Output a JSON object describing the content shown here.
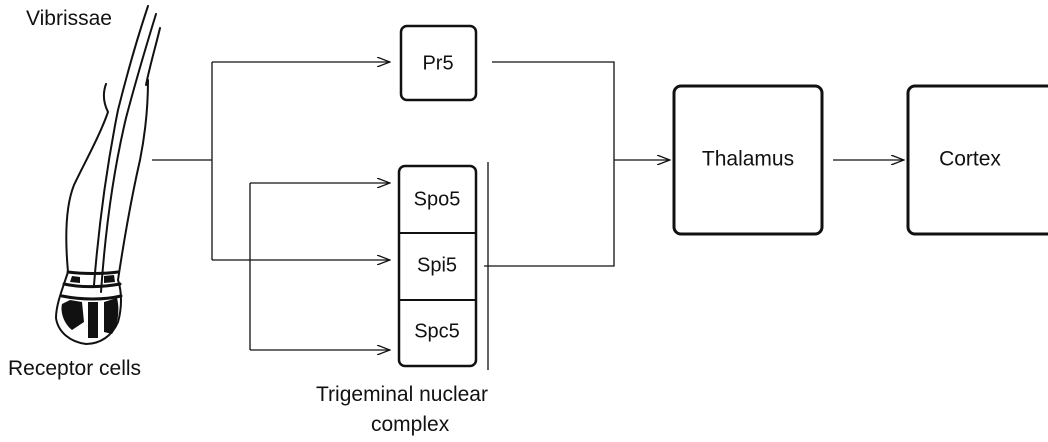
{
  "labels": {
    "vibrissae": "Vibrissae",
    "receptor_cells": "Receptor cells",
    "complex_line1": "Trigeminal nuclear",
    "complex_line2": "complex"
  },
  "nodes": {
    "pr5": "Pr5",
    "spo5": "Spo5",
    "spi5": "Spi5",
    "spc5": "Spc5",
    "thalamus": "Thalamus",
    "cortex": "Cortex"
  },
  "colors": {
    "ink": "#111111",
    "background": "#ffffff"
  },
  "icons": {
    "whisker": "whisker-follicle-icon"
  }
}
